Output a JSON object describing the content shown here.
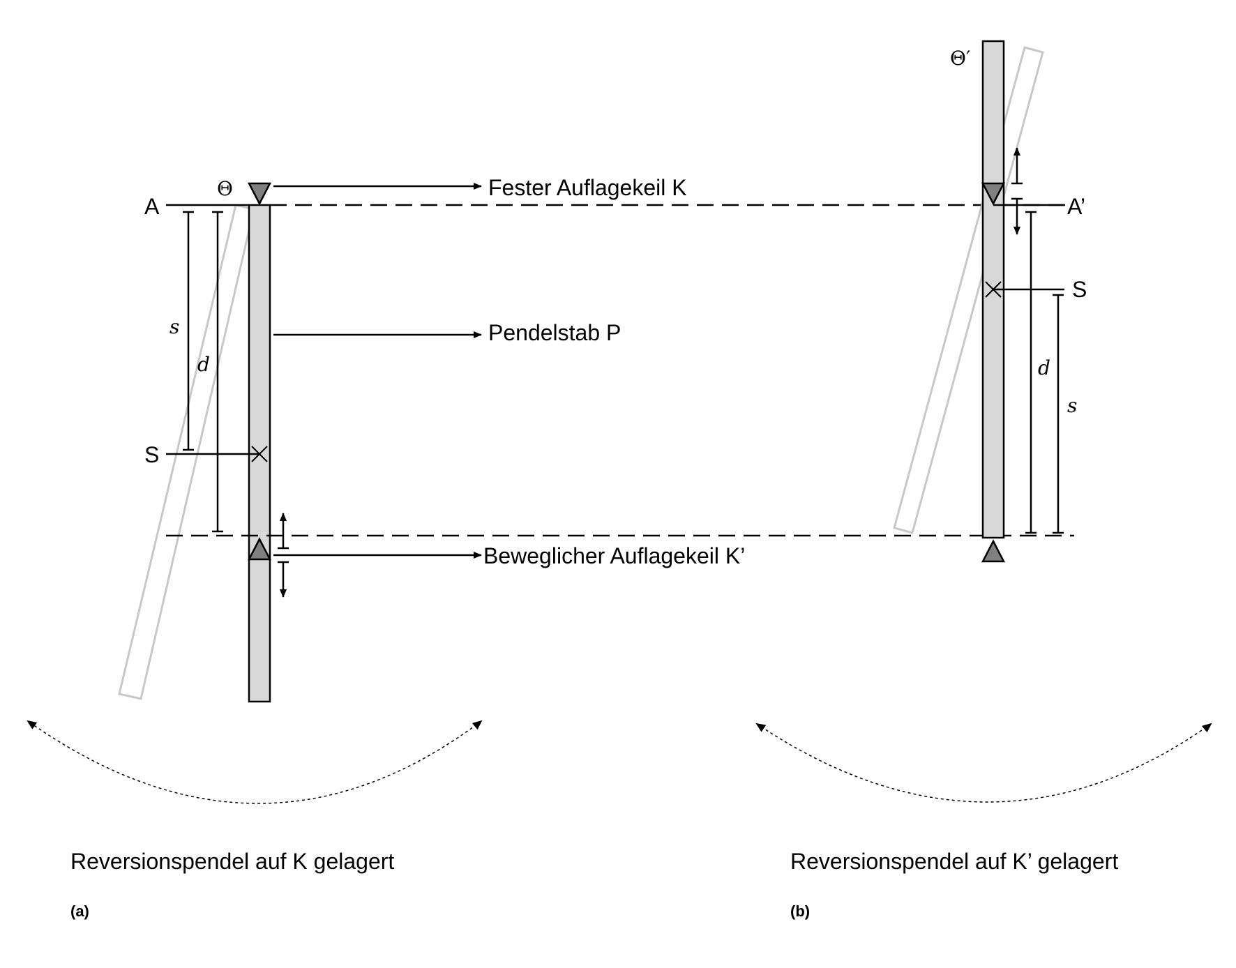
{
  "labels": {
    "fixed_wedge": "Fester Auflagekeil K",
    "rod": "Pendelstab P",
    "movable_wedge": "Beweglicher Auflagekeil K’",
    "point_a": "A",
    "point_a_prime": "A’",
    "point_s_left": "S",
    "point_s_right": "S",
    "theta": "Θ",
    "theta_prime": "Θ′",
    "s_left": "s",
    "d_left": "d",
    "s_right": "s",
    "d_right": "d"
  },
  "captions": {
    "left": "Reversionspendel auf K gelagert",
    "left_sub": "(a)",
    "right": "Reversionspendel auf K’ gelagert",
    "right_sub": "(b)"
  },
  "colors": {
    "rod_fill": "#d9d9d9",
    "wedge_fill": "#808080",
    "ghost_rod": "#c8c8c8",
    "line": "#000000"
  }
}
